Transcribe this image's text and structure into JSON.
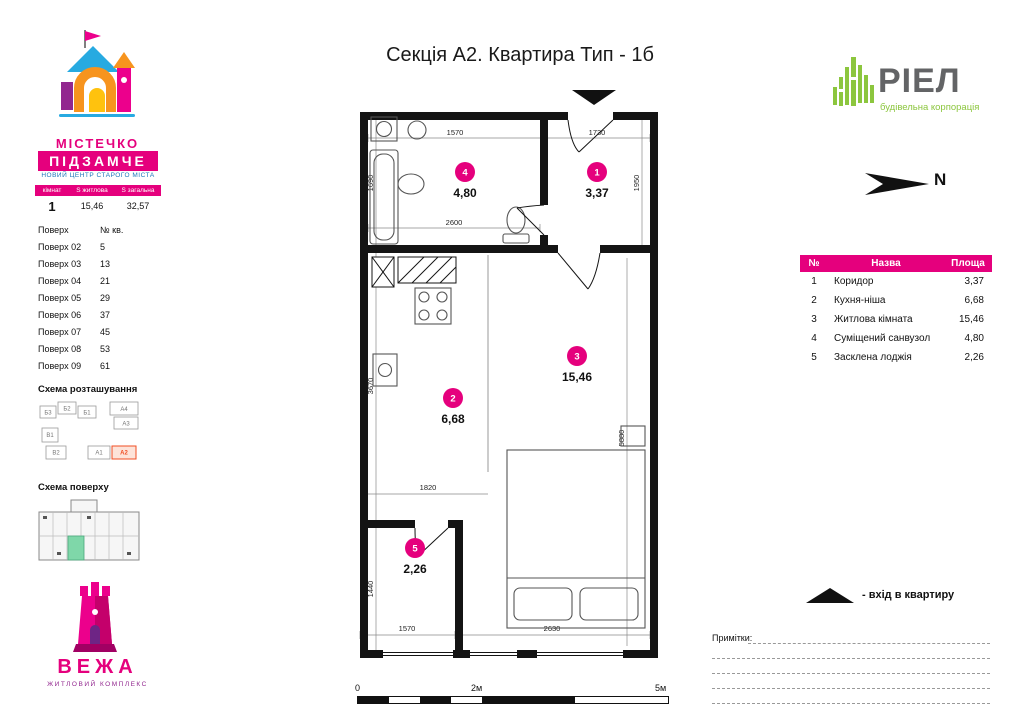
{
  "title": "Секція А2. Квартира Тип - 1б",
  "colors": {
    "magenta": "#E5007D",
    "riel_green": "#8CC63E",
    "riel_gray": "#636466",
    "tagline_blue": "#1B75BB",
    "highlight_orange": "#F04E23"
  },
  "brand": {
    "name": "МІСТЕЧКО",
    "name2": "ПІДЗАМЧЕ",
    "tagline": "НОВИЙ ЦЕНТР СТАРОГО МІСТА"
  },
  "summary": {
    "headers": [
      "кімнат",
      "S житлова",
      "S загальна"
    ],
    "values": [
      "1",
      "15,46",
      "32,57"
    ]
  },
  "floors": {
    "col_floor": "Поверх",
    "col_apt": "№ кв.",
    "rows": [
      {
        "floor": "Поверх 02",
        "apt": "5"
      },
      {
        "floor": "Поверх 03",
        "apt": "13"
      },
      {
        "floor": "Поверх 04",
        "apt": "21"
      },
      {
        "floor": "Поверх 05",
        "apt": "29"
      },
      {
        "floor": "Поверх 06",
        "apt": "37"
      },
      {
        "floor": "Поверх 07",
        "apt": "45"
      },
      {
        "floor": "Поверх 08",
        "apt": "53"
      },
      {
        "floor": "Поверх 09",
        "apt": "61"
      }
    ]
  },
  "location_scheme": {
    "title": "Схема розташування",
    "blocks": [
      "Б3",
      "Б2",
      "Б1",
      "А4",
      "А3",
      "В1",
      "В2",
      "А1",
      "А2"
    ]
  },
  "floor_scheme": {
    "title": "Схема поверху"
  },
  "vezha": {
    "name": "ВЕЖА",
    "subtitle": "ЖИТЛОВИЙ КОМПЛЕКС"
  },
  "riel": {
    "name": "РІЕЛ",
    "subtitle": "будівельна корпорація"
  },
  "compass": {
    "label": "N"
  },
  "rooms_table": {
    "headers": {
      "num": "№",
      "name": "Назва",
      "area": "Площа"
    },
    "rows": [
      {
        "num": "1",
        "name": "Коридор",
        "area": "3,37"
      },
      {
        "num": "2",
        "name": "Кухня-ніша",
        "area": "6,68"
      },
      {
        "num": "3",
        "name": "Житлова кімната",
        "area": "15,46"
      },
      {
        "num": "4",
        "name": "Суміщений санвузол",
        "area": "4,80"
      },
      {
        "num": "5",
        "name": "Засклена лоджія",
        "area": "2,26"
      }
    ]
  },
  "legend": {
    "entrance": "-  вхід в квартиру"
  },
  "notes": {
    "label": "Примітки:"
  },
  "scale_bar": {
    "start": "0",
    "mid": "2м",
    "end": "5м"
  },
  "plan": {
    "rooms": [
      {
        "number": "1",
        "area": "3,37"
      },
      {
        "number": "2",
        "area": "6,68"
      },
      {
        "number": "3",
        "area": "15,46"
      },
      {
        "number": "4",
        "area": "4,80"
      },
      {
        "number": "5",
        "area": "2,26"
      }
    ],
    "dims": {
      "top_left": "1570",
      "top_right": "1730",
      "bath_width": "2600",
      "left_upper": "1690",
      "left_middle": "3670",
      "left_lower": "1440",
      "right_upper": "1950",
      "right_inner": "5880",
      "kitchen_width": "1820",
      "bottom_left": "1570",
      "bottom_right": "2630"
    }
  }
}
